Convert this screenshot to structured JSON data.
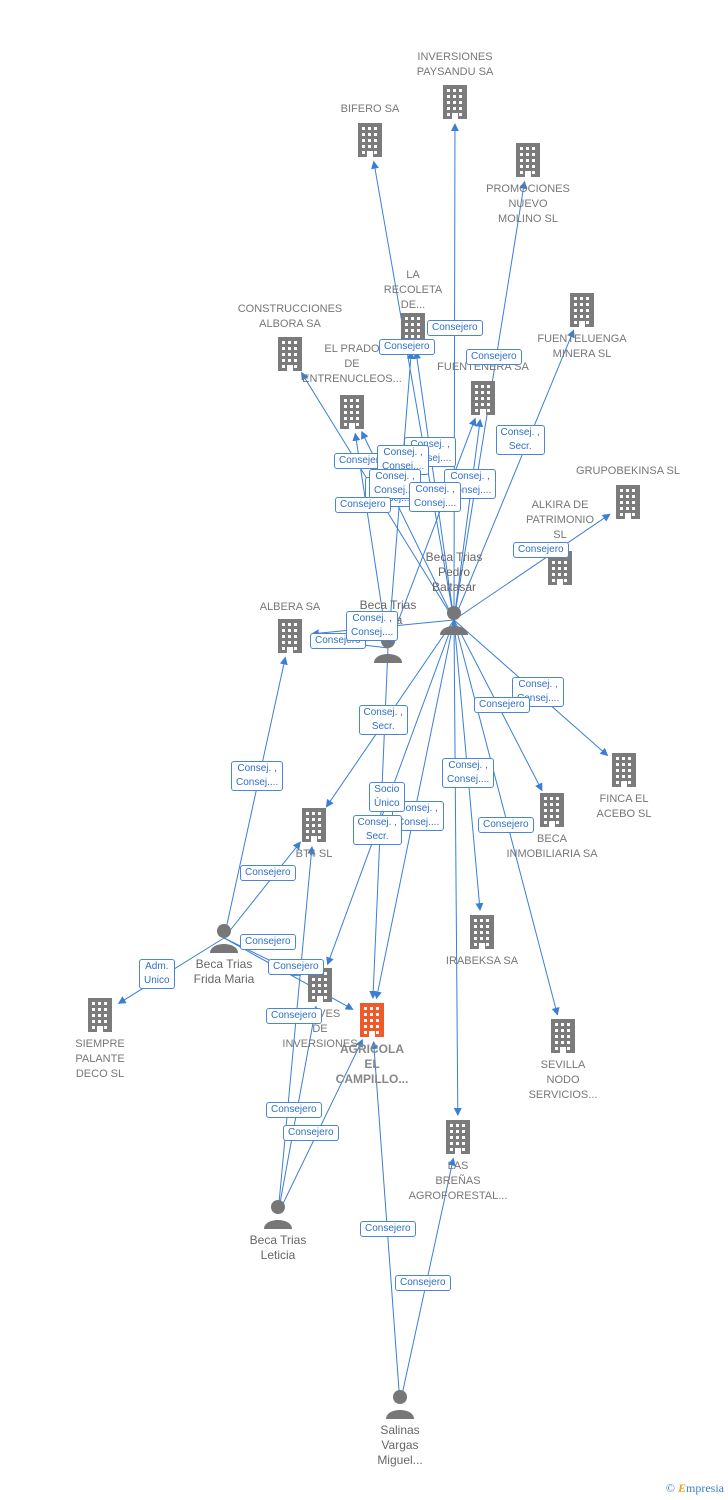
{
  "nodes": [
    {
      "id": "paysandu",
      "label": "INVERSIONES\nPAYSANDU SA",
      "kind": "company"
    },
    {
      "id": "bifero",
      "label": "BIFERO SA",
      "kind": "company"
    },
    {
      "id": "promociones",
      "label": "PROMOCIONES\nNUEVO\nMOLINO SL",
      "kind": "company"
    },
    {
      "id": "fuenteluenga",
      "label": "FUENTELUENGA\nMINERA SL",
      "kind": "company"
    },
    {
      "id": "construcciones",
      "label": "CONSTRUCCIONES\nALBORA SA",
      "kind": "company"
    },
    {
      "id": "recoleta",
      "label": "LA\nRECOLETA\nDE...",
      "kind": "company"
    },
    {
      "id": "prado",
      "label": "EL PRADO\nDE\nENTRENUCLEOS...",
      "kind": "company"
    },
    {
      "id": "fuentenera",
      "label": "FUENTENERA SA",
      "kind": "company"
    },
    {
      "id": "grupobekinsa",
      "label": "GRUPOBEKINSA SL",
      "kind": "company"
    },
    {
      "id": "alkira",
      "label": "ALKIRA DE\nPATRIMONIO\nSL",
      "kind": "company"
    },
    {
      "id": "albera",
      "label": "ALBERA SA",
      "kind": "company"
    },
    {
      "id": "finca",
      "label": "FINCA EL\nACEBO SL",
      "kind": "company"
    },
    {
      "id": "beca_inmo",
      "label": "BECA\nINMOBILIARIA SA",
      "kind": "company"
    },
    {
      "id": "bt4",
      "label": "BT4 SL",
      "kind": "company"
    },
    {
      "id": "irabeksa",
      "label": "IRABEKSA SA",
      "kind": "company"
    },
    {
      "id": "nieves",
      "label": "NIEVES\nDE\nINVERSIONES",
      "kind": "company"
    },
    {
      "id": "agricola",
      "label": "AGRICOLA\nEL\nCAMPILLO...",
      "kind": "main"
    },
    {
      "id": "sevilla",
      "label": "SEVILLA\nNODO\nSERVICIOS...",
      "kind": "company"
    },
    {
      "id": "siempre",
      "label": "SIEMPRE\nPALANTE\nDECO SL",
      "kind": "company"
    },
    {
      "id": "brenas",
      "label": "LAS\nBREÑAS\nAGROFORESTAL...",
      "kind": "company"
    },
    {
      "id": "pedro",
      "label": "Beca Trias\nPedro\nBaltasar",
      "kind": "person"
    },
    {
      "id": "lucia",
      "label": "Beca Trias\nLucia",
      "kind": "person"
    },
    {
      "id": "frida",
      "label": "Beca Trias\nFrida Maria",
      "kind": "person"
    },
    {
      "id": "leticia",
      "label": "Beca Trias\nLeticia",
      "kind": "person"
    },
    {
      "id": "salinas",
      "label": "Salinas\nVargas\nMiguel...",
      "kind": "person"
    }
  ],
  "edge_labels": [
    "Consejero",
    "Consejero",
    "Consejero",
    "Consej. ,\nConsej....",
    "Consej. ,\nSecr.",
    "Consejero",
    "Consej. ,\nConsej....",
    "Consej. ,\nConsej....",
    "Consejero",
    "Consejero",
    "Consej. ,\nConsej....",
    "Consejero",
    "Consej. ,\nSecr.",
    "Consej. ,\nConsej....",
    "Consejero",
    "Consej. ,\nConsej....",
    "Consejero",
    "Consej. ,\nSecr.",
    "Consej. ,\nConsej....",
    "Consej. ,\nConsej....",
    "Consej. ,\nConsej....",
    "Consej. ,\nConsej....",
    "Socio\nÚnico",
    "Consej. ,\nConsej....",
    "Consejero",
    "Consejero",
    "Adm.\nUnico",
    "Consejero",
    "Consejero",
    "Consejero",
    "Consejero",
    "Consejero",
    "Consejero"
  ],
  "colors": {
    "edge": "#3a7fd5",
    "company": "#7b7b7b",
    "main": "#f05a28",
    "person": "#777777",
    "label_border": "#4a86d4",
    "label_text": "#2f6fc6"
  },
  "watermark": {
    "symbol": "©",
    "brand_initial": "E",
    "brand_rest": "mpresia"
  }
}
